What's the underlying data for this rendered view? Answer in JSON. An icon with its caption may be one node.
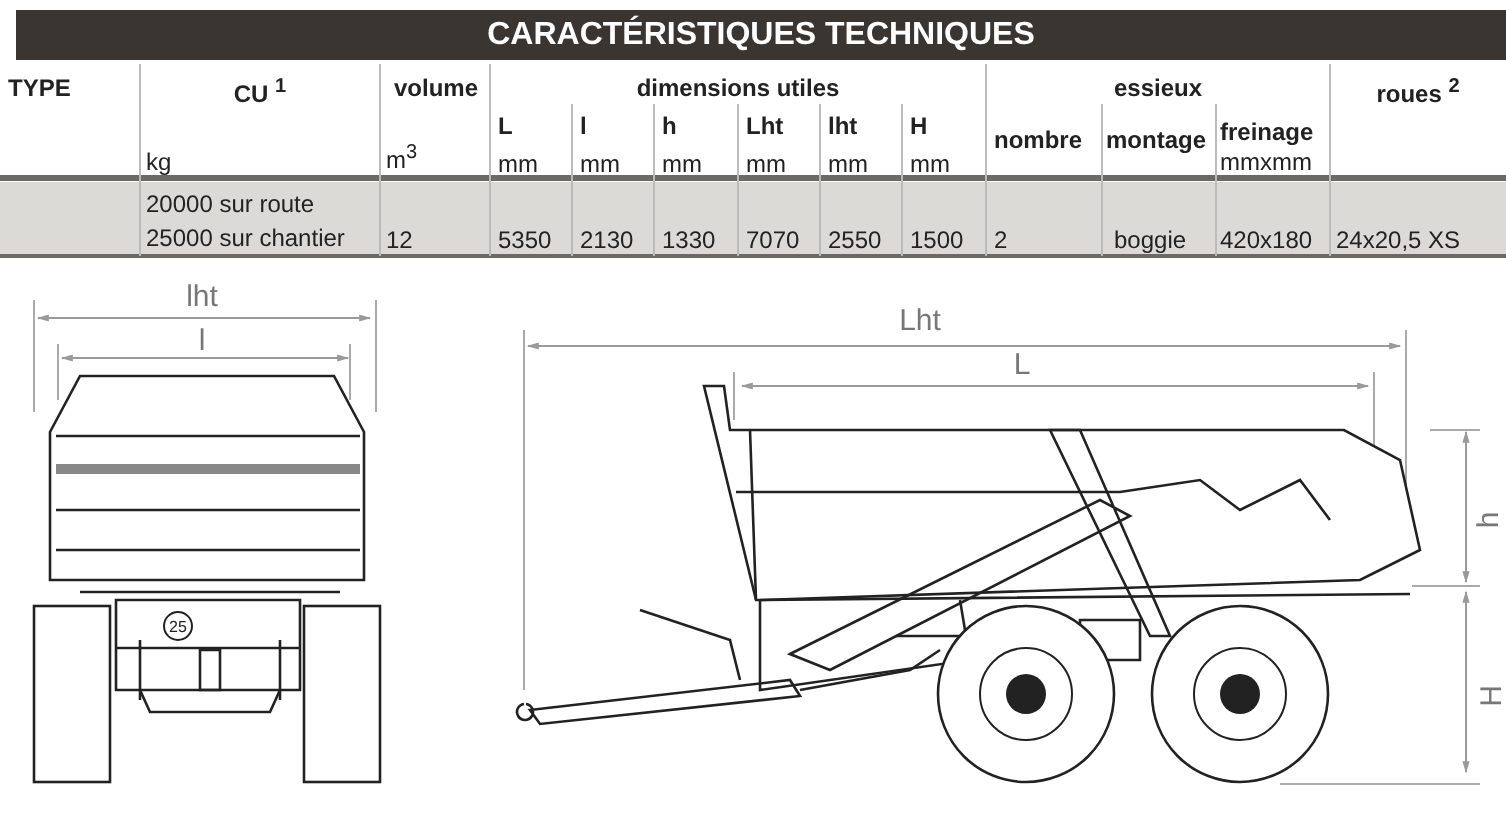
{
  "diagram": {
    "title": "CARACTÉRISTIQUES TECHNIQUES",
    "labels": [
      "TYPE",
      "CU $^{1}$",
      "volume",
      "dimensions utiles",
      "essieux",
      "roues $^{2}$",
      "L",
      "l",
      "h",
      "Lht",
      "lht",
      "H",
      "nombre",
      "montage",
      "freinage",
      "kg",
      "m$^{3}$",
      "mm",
      "mm",
      "mm",
      "mm",
      "mm",
      "mm",
      "mmxmm",
      "20000 sur route",
      "25000 sur chantier",
      "12",
      "5350",
      "2130",
      "1330",
      "7070",
      "2550",
      "1500",
      "2",
      "boggie",
      "420x180",
      "24x20,5 XS",
      "lht",
      "l",
      "25",
      "Lht",
      "L",
      "h",
      "H"
    ]
  }
}
